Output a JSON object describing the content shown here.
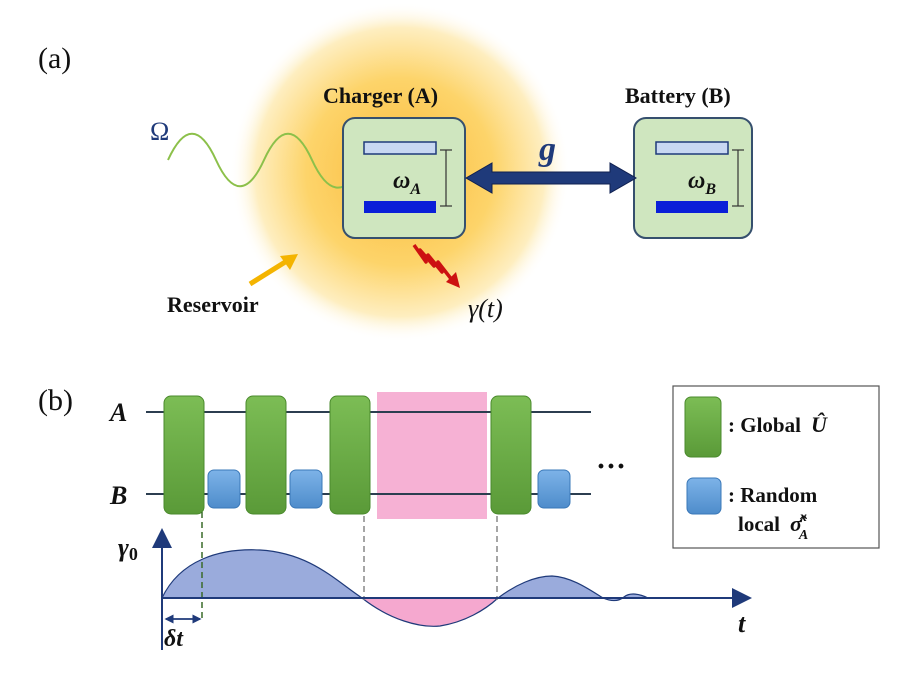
{
  "panel_a": {
    "label": "(a)",
    "charger_label": "Charger (A)",
    "battery_label": "Battery (B)",
    "drive_symbol": "Ω",
    "coupling_symbol": "g",
    "omega_A": "ω",
    "omega_A_sub": "A",
    "omega_B": "ω",
    "omega_B_sub": "B",
    "reservoir_label": "Reservoir",
    "decay_label": "γ(t)"
  },
  "panel_b": {
    "label": "(b)",
    "row_A": "A",
    "row_B": "B",
    "ellipsis": "···",
    "y_axis": "γ",
    "y_axis_sub": "0",
    "x_axis": "t",
    "delta_t": "δt",
    "legend": {
      "global_text": ": Global",
      "global_symbol": "Û",
      "random_text_1": ": Random",
      "random_text_2": "local",
      "random_symbol": "σ̂",
      "random_sup": "x",
      "random_sub": "A"
    }
  },
  "colors": {
    "green_gate": "#6aaa45",
    "blue_gate": "#5b9bd5",
    "pink": "#f5a8cf",
    "curve_fill": "#9aabdc",
    "navy": "#1f3a7a",
    "glow": "#fdd46a"
  }
}
